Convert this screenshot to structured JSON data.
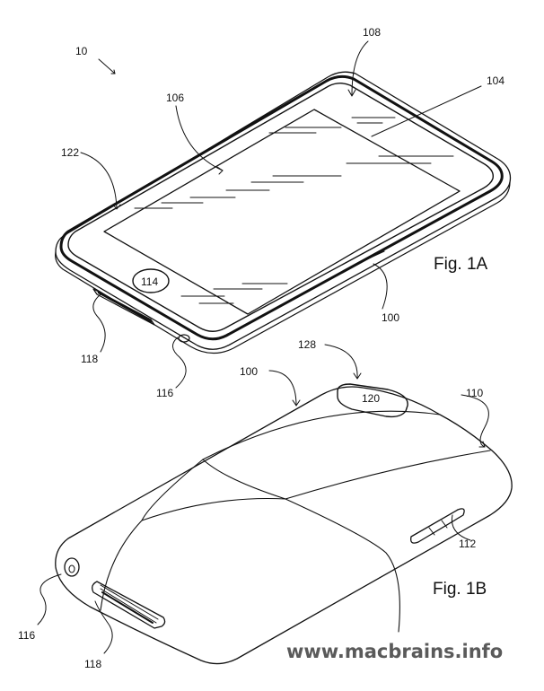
{
  "labels": {
    "device": "10",
    "front_face": "108",
    "screen_edge": "104",
    "display": "106",
    "bezel": "122",
    "home_button": "114",
    "housing_front": "100",
    "connector_front": "118",
    "jack_front": "116",
    "camera_region": "128",
    "housing_back": "100",
    "camera_window": "120",
    "back_edge": "110",
    "side_buttons": "112",
    "jack_back": "116",
    "connector_back": "118"
  },
  "figures": {
    "fig_a": "Fig. 1A",
    "fig_b": "Fig. 1B"
  },
  "watermark": "www.macbrains.info"
}
